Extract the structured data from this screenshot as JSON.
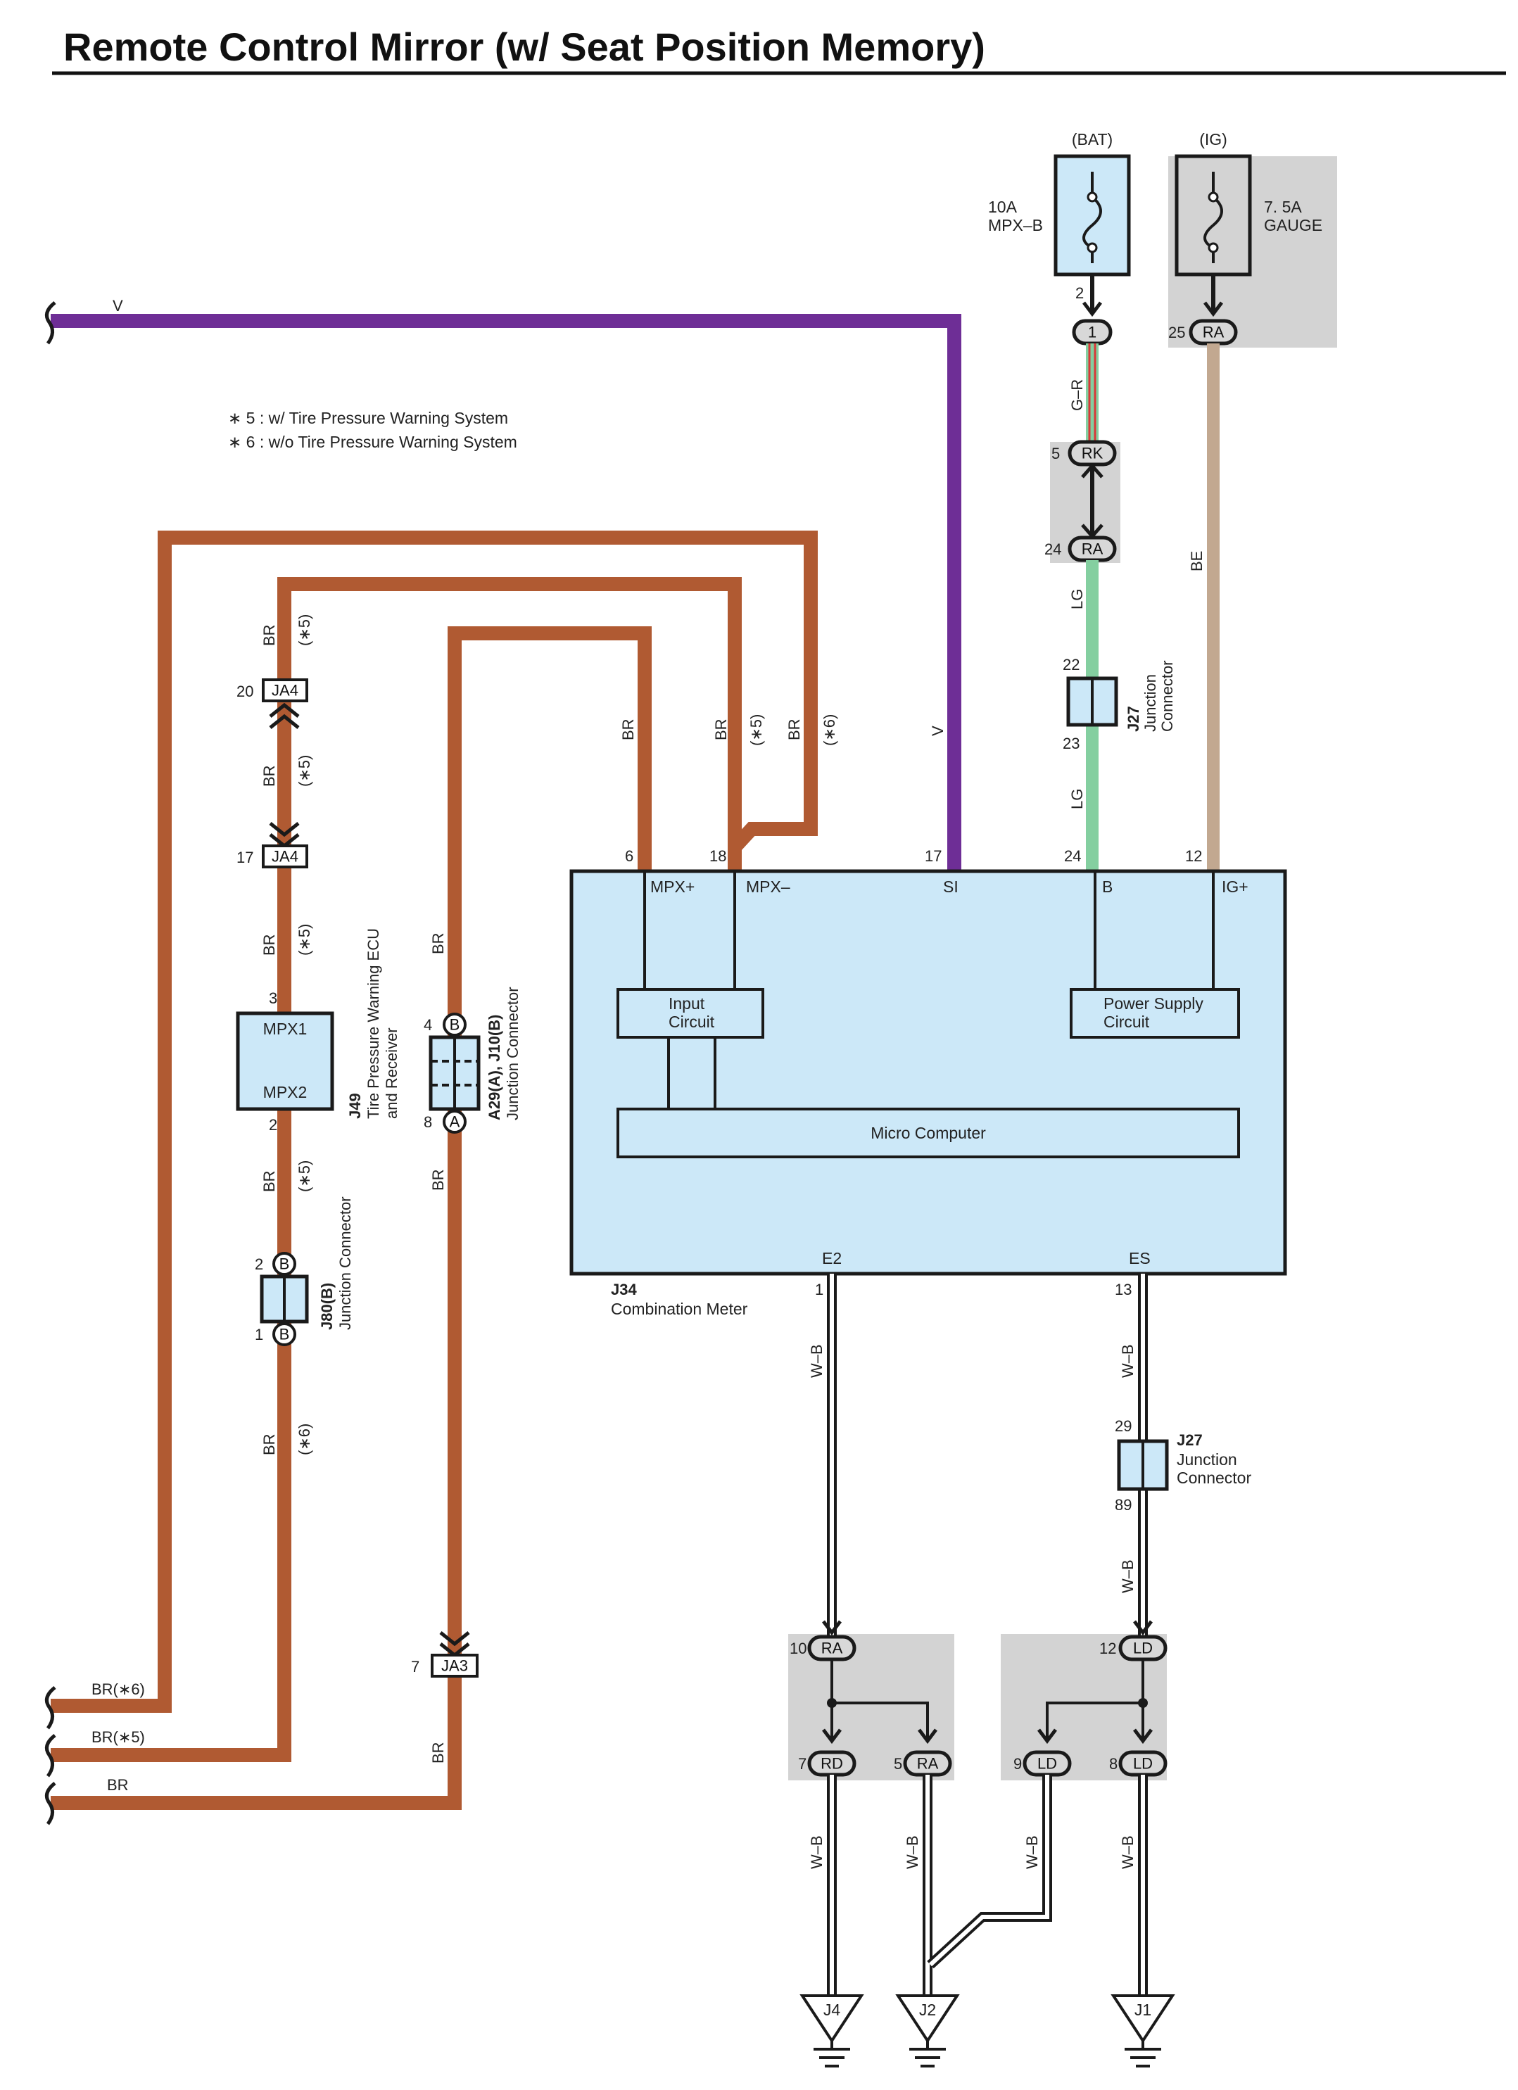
{
  "title": "Remote Control Mirror (w/ Seat Position Memory)",
  "notes": [
    "∗ 5 : w/ Tire Pressure Warning System",
    "∗ 6 : w/o Tire Pressure Warning System"
  ],
  "power": {
    "bat_label": "(BAT)",
    "ig_label": "(IG)",
    "fuse_bat_amp": "10A",
    "fuse_bat_name": "MPX–B",
    "fuse_ig_amp": "7. 5A",
    "fuse_ig_name": "GAUGE"
  },
  "meter": {
    "code": "J34",
    "name": "Combination Meter",
    "terminals": [
      "MPX+",
      "MPX–",
      "SI",
      "B",
      "IG+",
      "E2",
      "ES"
    ],
    "input_circuit": [
      "Input",
      "Circuit"
    ],
    "power_circuit": [
      "Power Supply",
      "Circuit"
    ],
    "micro": "Micro Computer",
    "pins": [
      "6",
      "18",
      "17",
      "24",
      "12",
      "1",
      "13"
    ]
  },
  "ecu": {
    "code": "J49",
    "name_line1": "Tire Pressure Warning ECU",
    "name_line2": "and Receiver",
    "mpx1": "MPX1",
    "mpx2": "MPX2",
    "pin_top": "3",
    "pin_bottom": "2"
  },
  "connectors": {
    "j27_code": "J27",
    "j27_name_line1": "Junction",
    "j27_name_line2": "Connector",
    "j80_code": "J80(B)",
    "j80_name": "Junction Connector",
    "a29_code": "A29(A), J10(B)",
    "a29_name": "Junction Connector",
    "ja4": "JA4",
    "ja3": "JA3",
    "ra": "RA",
    "rk": "RK",
    "rd": "RD",
    "ld": "LD",
    "b": "B",
    "a": "A",
    "one": "1"
  },
  "wires": {
    "v": "V",
    "br": "BR",
    "br5": "BR(∗5)",
    "br6": "BR(∗6)",
    "s5": "(∗5)",
    "s6": "(∗6)",
    "gr": "G–R",
    "lg": "LG",
    "be": "BE",
    "wb": "W–B"
  },
  "pins": {
    "p1": "1",
    "p2": "2",
    "p3": "3",
    "p4": "4",
    "p5": "5",
    "p7": "7",
    "p8": "8",
    "p9": "9",
    "p10": "10",
    "p12": "12",
    "p13": "13",
    "p17": "17",
    "p20": "20",
    "p22": "22",
    "p23": "23",
    "p24": "24",
    "p25": "25",
    "p29": "29",
    "p89": "89"
  },
  "grounds": [
    "J4",
    "J2",
    "J1"
  ],
  "colors": {
    "br": "#b05a32",
    "v": "#6e2e96",
    "lg": "#84cfa0",
    "be": "#c2a890",
    "component": "#cce8f8",
    "shade": "#d3d3d3"
  }
}
